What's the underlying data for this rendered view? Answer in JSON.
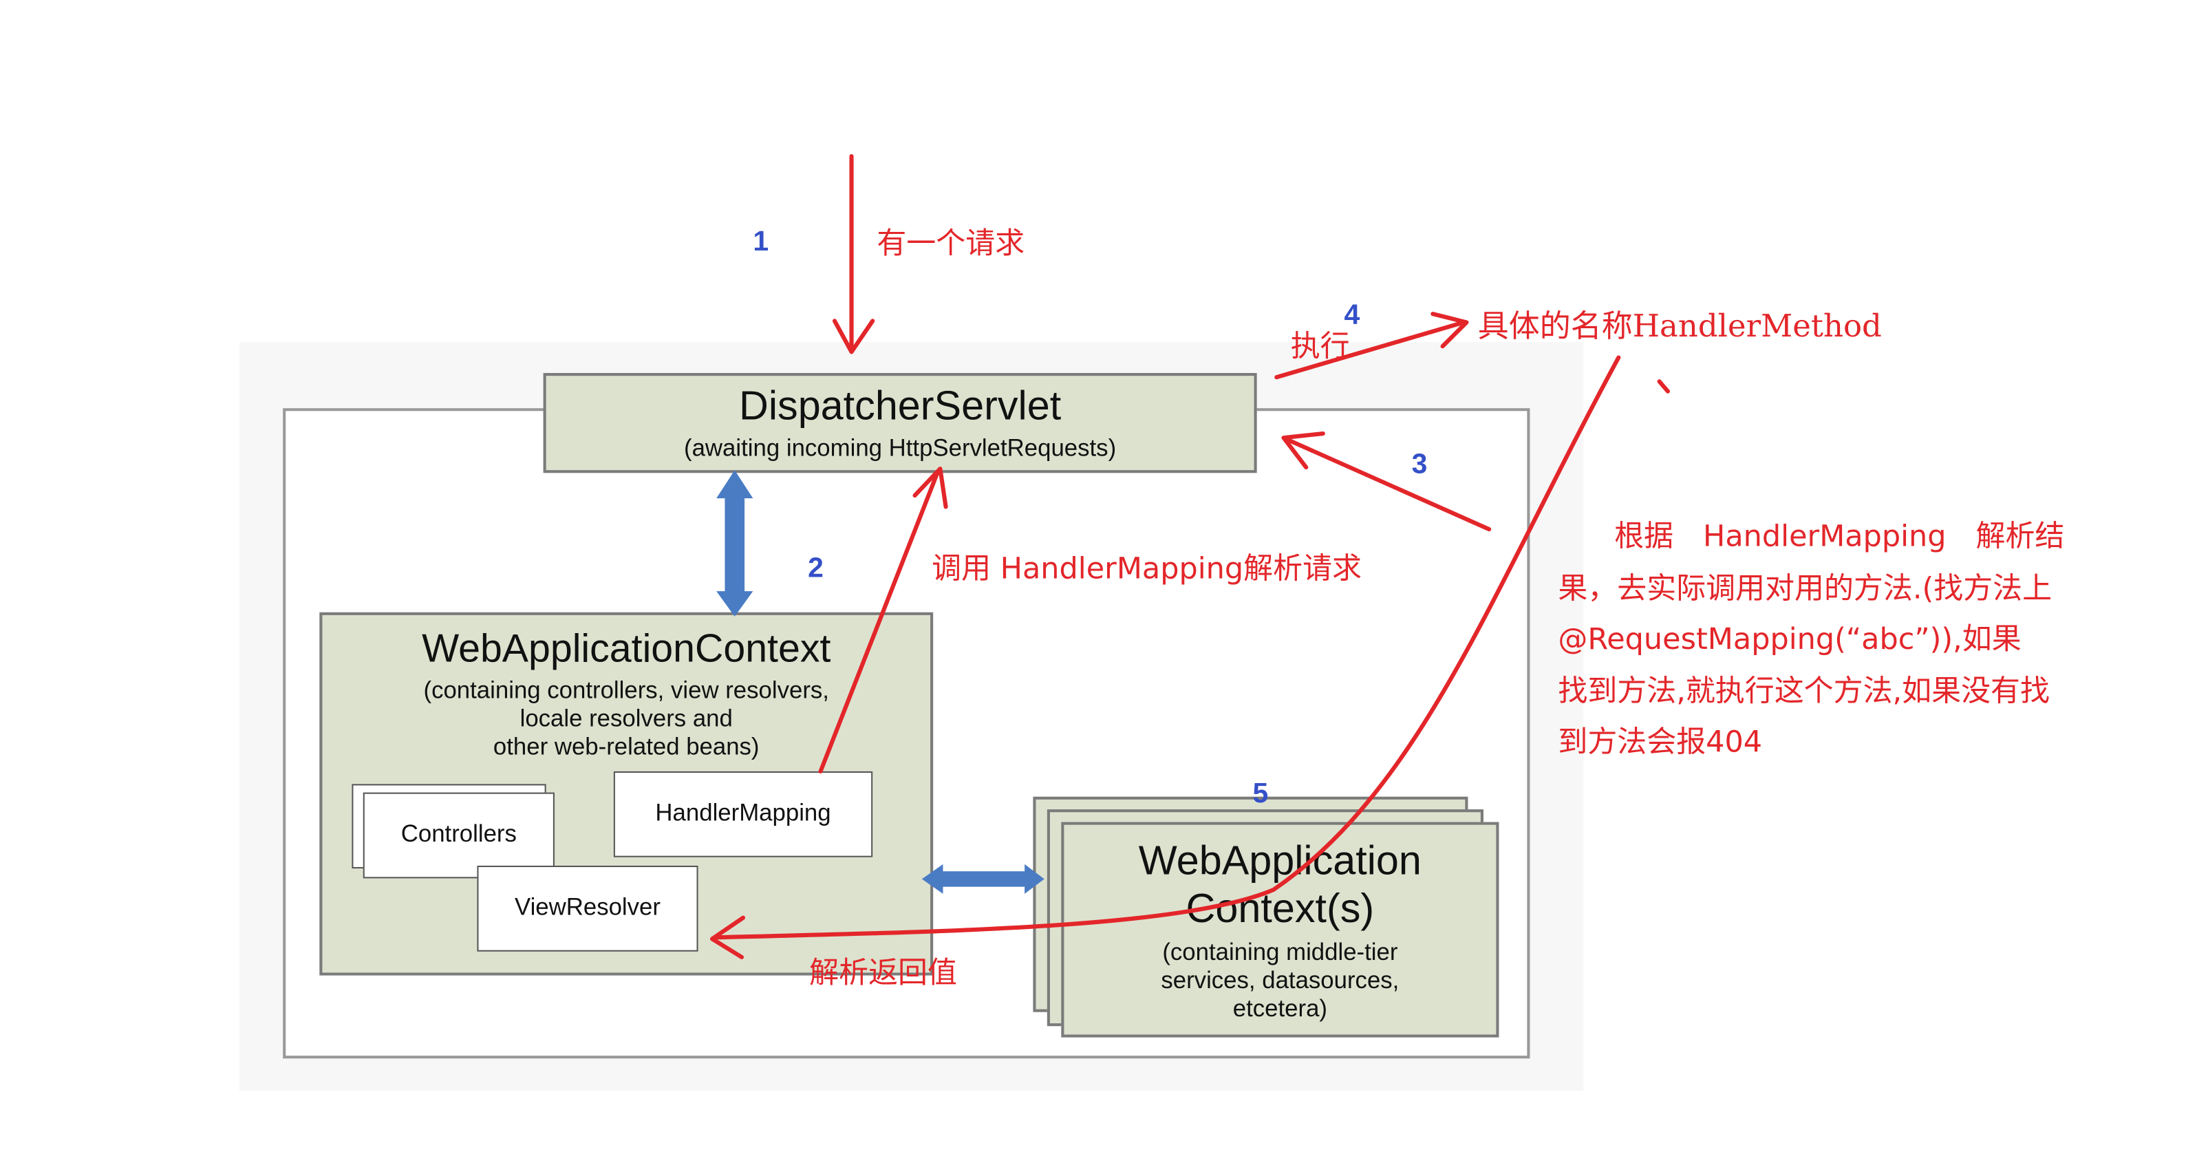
{
  "dispatcher": {
    "title": "DispatcherServlet",
    "subtitle": "(awaiting incoming HttpServletRequests)"
  },
  "web_app_context": {
    "title": "WebApplicationContext",
    "lines": [
      "(containing controllers, view resolvers,",
      "locale resolvers and",
      "other web-related beans)"
    ]
  },
  "components": {
    "controllers": "Controllers",
    "handler_mapping": "HandlerMapping",
    "view_resolver": "ViewResolver"
  },
  "root_context": {
    "title_line1": "WebApplication",
    "title_line2": "Context(s)",
    "lines": [
      "(containing middle-tier",
      "services, datasources,",
      "etcetera)"
    ]
  },
  "annotations": {
    "step1": "1",
    "step2": "2",
    "step3": "3",
    "step4": "4",
    "step5": "5",
    "request": "有一个请求",
    "call_mapping": "调用 HandlerMapping解析请求",
    "execute": "执行",
    "handler_method": "具体的名称HandlerMethod",
    "parse_return": "解析返回值",
    "note_lines": [
      "根据　HandlerMapping　解析结",
      "果，去实际调用对用的方法.(找方法上",
      "@RequestMapping(“abc”)),如果",
      "找到方法,就执行这个方法,如果没有找",
      "到方法会报404"
    ]
  },
  "colors": {
    "annotation_red": "#e3262a",
    "step_blue": "#3450c8",
    "box_green": "#dde2cf",
    "connector_blue": "#4a7cc4"
  }
}
